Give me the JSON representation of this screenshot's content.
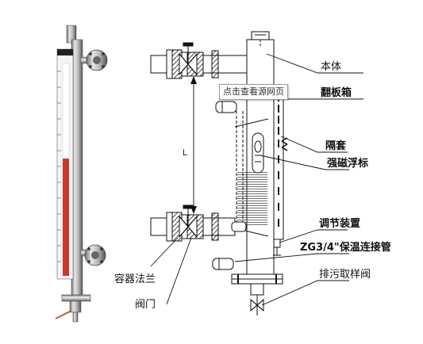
{
  "tooltip": {
    "text": "点击查看源网页"
  },
  "labels": {
    "body": "本体",
    "flap_box": "翻板箱",
    "separator": "隔套",
    "magnetic_float": "强磁浮标",
    "adjuster": "调节装置",
    "connector": "ZG3/4\"保温连接管",
    "drain_valve": "排污取样阀",
    "flange": "容器法兰",
    "valve": "阀门",
    "dimension_L": "L"
  }
}
